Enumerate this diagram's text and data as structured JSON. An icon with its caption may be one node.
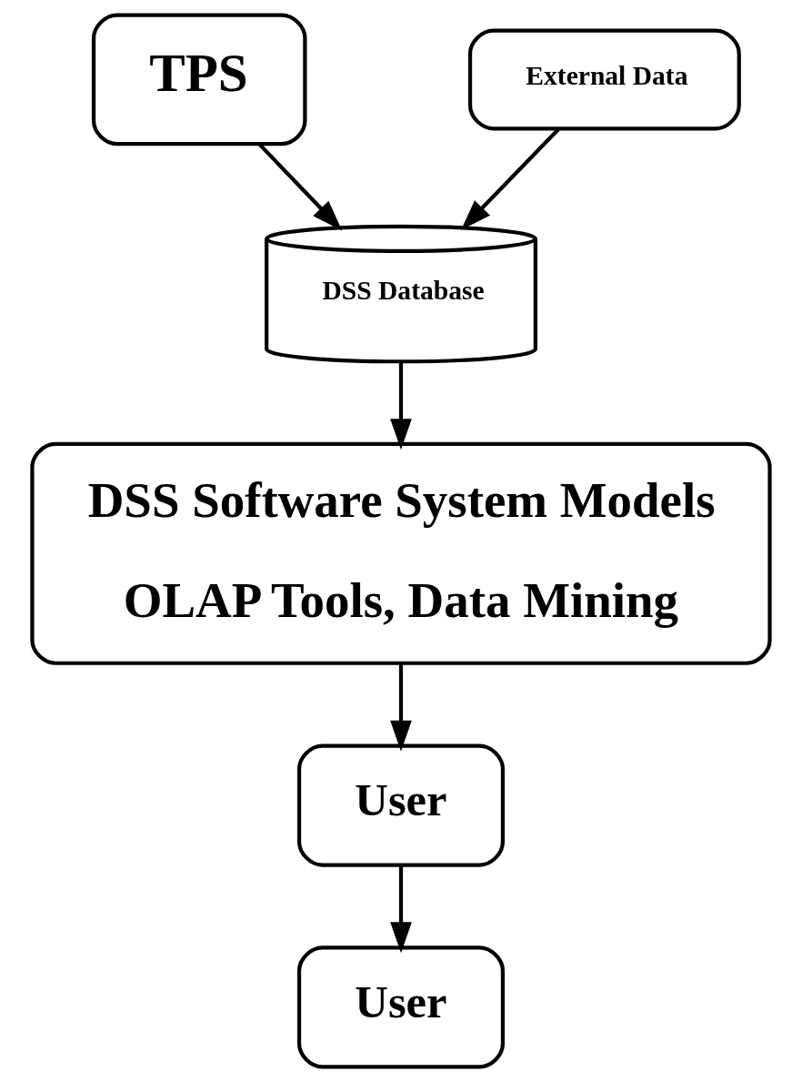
{
  "diagram": {
    "nodes": [
      {
        "text": [
          "TPS"
        ]
      },
      {
        "text": [
          "External Data"
        ]
      },
      {
        "text": [
          "DSS Database"
        ]
      },
      {
        "text": [
          "DSS Software System Models",
          "OLAP Tools, Data Mining"
        ]
      },
      {
        "text": [
          "User"
        ]
      },
      {
        "text": [
          "User"
        ]
      }
    ],
    "edges": [
      {
        "from": 0,
        "to": 2,
        "arrow": "to"
      },
      {
        "from": 1,
        "to": 2,
        "arrow": "to"
      },
      {
        "from": 2,
        "to": 3,
        "arrow": "to"
      },
      {
        "from": 3,
        "to": 4,
        "arrow": "to"
      },
      {
        "from": 4,
        "to": 5,
        "arrow": "to"
      }
    ]
  }
}
